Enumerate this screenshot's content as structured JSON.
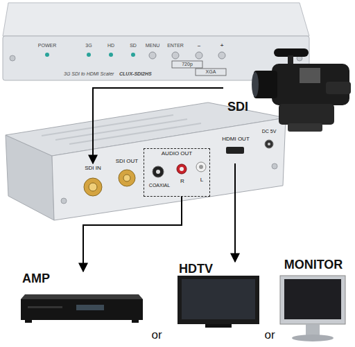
{
  "diagram": {
    "nodes": [
      {
        "text": [
          "SDI"
        ]
      },
      {
        "text": [
          "SDI IN"
        ]
      },
      {
        "text": [
          "SDI OUT"
        ]
      },
      {
        "text": [
          "AUDIO OUT"
        ]
      },
      {
        "text": [
          "COAXIAL"
        ],
        "in": 3
      },
      {
        "text": [
          "R"
        ],
        "in": 3
      },
      {
        "text": [
          "L"
        ],
        "in": 3
      },
      {
        "text": [
          "HDMI OUT"
        ]
      },
      {
        "text": [
          "DC 5V"
        ]
      },
      {
        "text": [
          "AMP"
        ]
      },
      {
        "text": [
          "HDTV"
        ]
      },
      {
        "text": [
          "MONITOR"
        ]
      }
    ],
    "edges": [
      {
        "from": 0,
        "to": 1,
        "arrow": "to"
      },
      {
        "from": 3,
        "to": 9,
        "arrow": "to"
      },
      {
        "from": 7,
        "to": 10,
        "arrow": "to"
      }
    ],
    "labels": [
      "POWER",
      "3G",
      "HD",
      "SD",
      "MENU",
      "ENTER",
      "–",
      "+",
      "720p",
      "XGA",
      "3G SDI to HDMI Scaler",
      "CLUX-SDI2HS",
      "or",
      "or"
    ]
  }
}
